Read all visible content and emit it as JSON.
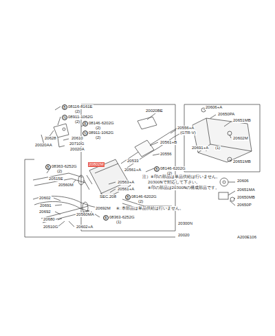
{
  "diagram": {
    "labels": [
      "B",
      "08116-8161E",
      "(2)",
      "N",
      "08911-1062G",
      "(2)",
      "20628",
      "20020AA",
      "20610",
      "20710G",
      "20020A",
      "B",
      "08363-6252G",
      "(2)",
      "20515E",
      "20560M",
      "20602",
      "20691",
      "20692",
      "20680",
      "20510G",
      "20602+A",
      "SEC.208",
      "20692M",
      "20560MA",
      "B",
      "08363-6252G",
      "(1)",
      "20020BE",
      "B",
      "08146-6202G",
      "(2)",
      "N",
      "08911-1062G",
      "(2)",
      "20556+A",
      "(GTR-V)",
      "20561+B",
      "20556",
      "20533",
      "20561+A",
      "B",
      "08146-6202G",
      "(2)",
      "20563+A",
      "20561+A",
      "注）※印の部品は単品供給は行いません。",
      "20300Nで対応して下さい。",
      "※印の部品は20300Nの構成部品です。",
      "B",
      "08146-6202G",
      "(2)",
      "※: 本部品は単品供給は行いません。",
      "20300N",
      "20020",
      "20606+A",
      "20650PA",
      "20651MB",
      "20602M",
      "20691+A",
      "(1)",
      "20651MB",
      "20606",
      "20651MA",
      "20650MB",
      "20650P",
      "A200E106",
      "20802M"
    ]
  }
}
